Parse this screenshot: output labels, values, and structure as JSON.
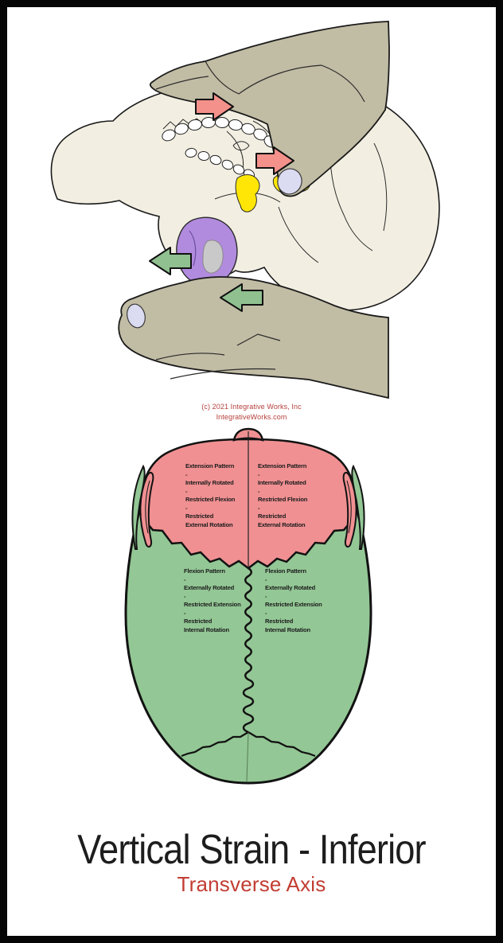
{
  "copyright": {
    "line1": "(c) 2021 Integrative Works, Inc",
    "line2": "IntegrativeWorks.com",
    "color": "#b5413c"
  },
  "technique_illustration": {
    "colors": {
      "skull": "#f2efe2",
      "hand": "#c1bca4",
      "sphenoid_highlight": "#ffe607",
      "occiput_highlight": "#b18bde",
      "condyle_gray": "#c9c9c9",
      "fingernail": "#dbdbf2",
      "push_arrow_pink": "#f4918b",
      "counter_arrow_green": "#90c090"
    }
  },
  "skull_top_view": {
    "frontal_color": "#f09092",
    "parietal_color": "#93c795",
    "extension_block": [
      "Extension Pattern",
      "-",
      "Internally Rotated",
      "-",
      "Restricted Flexion",
      "-",
      "Restricted",
      "External Rotation"
    ],
    "flexion_block": [
      "Flexion Pattern",
      "-",
      "Externally Rotated",
      "-",
      "Restricted Extension",
      "-",
      "Restricted",
      "Internal Rotation"
    ]
  },
  "title": {
    "text": "Vertical Strain - Inferior",
    "color": "#1d1d1d"
  },
  "subtitle": {
    "text": "Transverse Axis",
    "color": "#c23d33"
  }
}
